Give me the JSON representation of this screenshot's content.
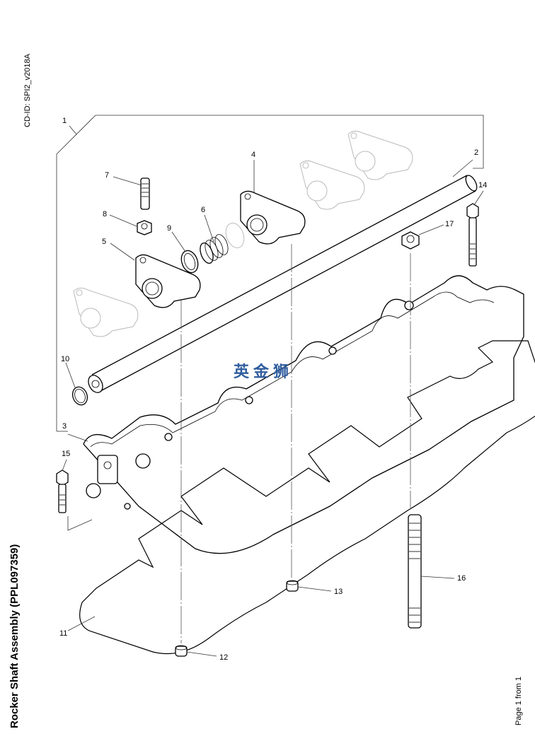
{
  "document": {
    "cd_id": "CD-ID: SPI2_v2018A",
    "title": "Rocker Shaft Assembly (PPL097359)",
    "page": "Page 1 from 1",
    "watermark": "英金狮"
  },
  "callouts": [
    {
      "id": "1",
      "label": "1",
      "part": "rocker-shaft-assembly"
    },
    {
      "id": "2",
      "label": "2",
      "part": "rocker-shaft"
    },
    {
      "id": "3",
      "label": "3",
      "part": "rocker-shaft-housing"
    },
    {
      "id": "4",
      "label": "4",
      "part": "rocker-arm"
    },
    {
      "id": "5",
      "label": "5",
      "part": "rocker-arm"
    },
    {
      "id": "6",
      "label": "6",
      "part": "spring"
    },
    {
      "id": "7",
      "label": "7",
      "part": "adjusting-screw"
    },
    {
      "id": "8",
      "label": "8",
      "part": "lock-nut"
    },
    {
      "id": "9",
      "label": "9",
      "part": "washer"
    },
    {
      "id": "10",
      "label": "10",
      "part": "o-ring"
    },
    {
      "id": "11",
      "label": "11",
      "part": "gasket"
    },
    {
      "id": "12",
      "label": "12",
      "part": "dowel"
    },
    {
      "id": "13",
      "label": "13",
      "part": "dowel"
    },
    {
      "id": "14",
      "label": "14",
      "part": "bolt"
    },
    {
      "id": "15",
      "label": "15",
      "part": "bolt"
    },
    {
      "id": "16",
      "label": "16",
      "part": "stud"
    },
    {
      "id": "17",
      "label": "17",
      "part": "nut"
    }
  ]
}
